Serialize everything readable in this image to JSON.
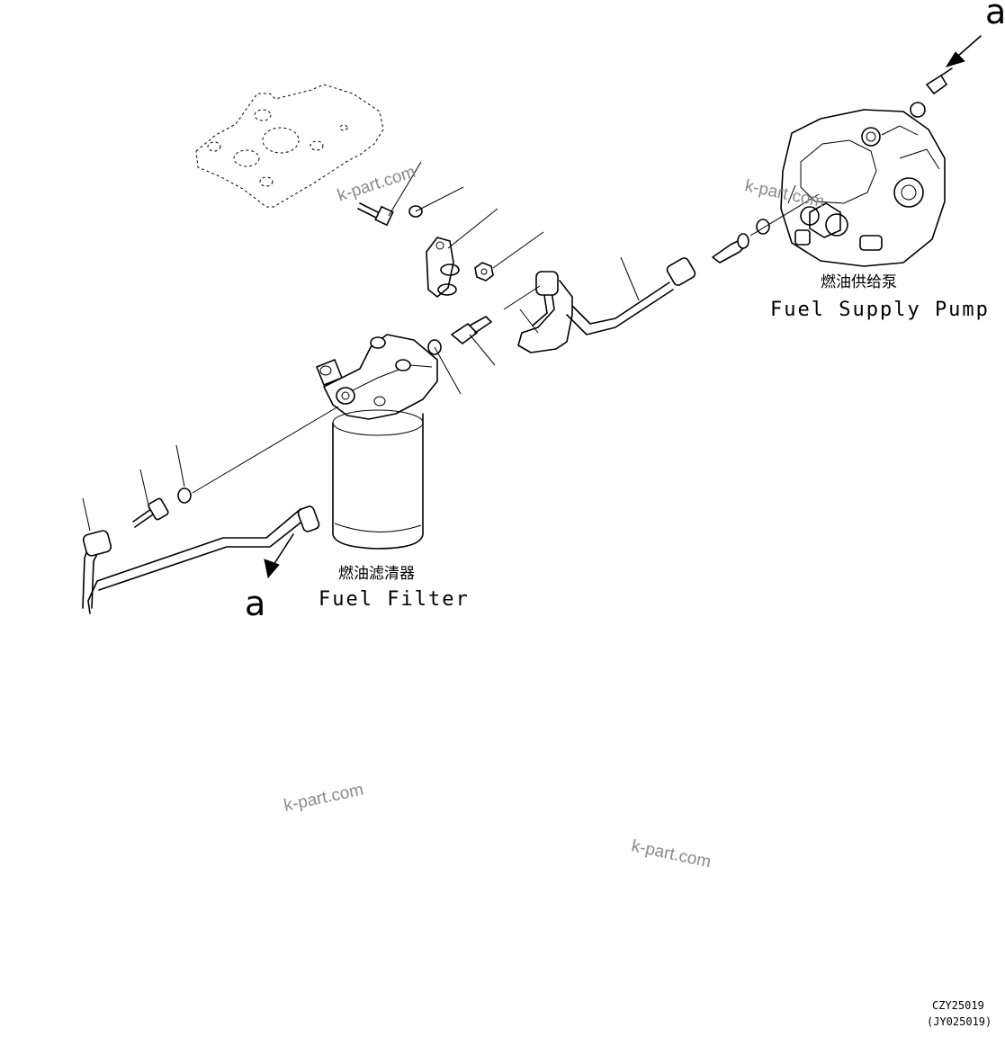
{
  "labels": {
    "filter_cn": "燃油滤清器",
    "filter_en": "Fuel Filter",
    "pump_cn": "燃油供给泵",
    "pump_en": "Fuel Supply Pump",
    "ref_a_top": "a",
    "ref_a_bottom": "a"
  },
  "watermark": "k-part.com",
  "codes": {
    "primary": "CZY25019",
    "secondary": "(JY025019)"
  }
}
